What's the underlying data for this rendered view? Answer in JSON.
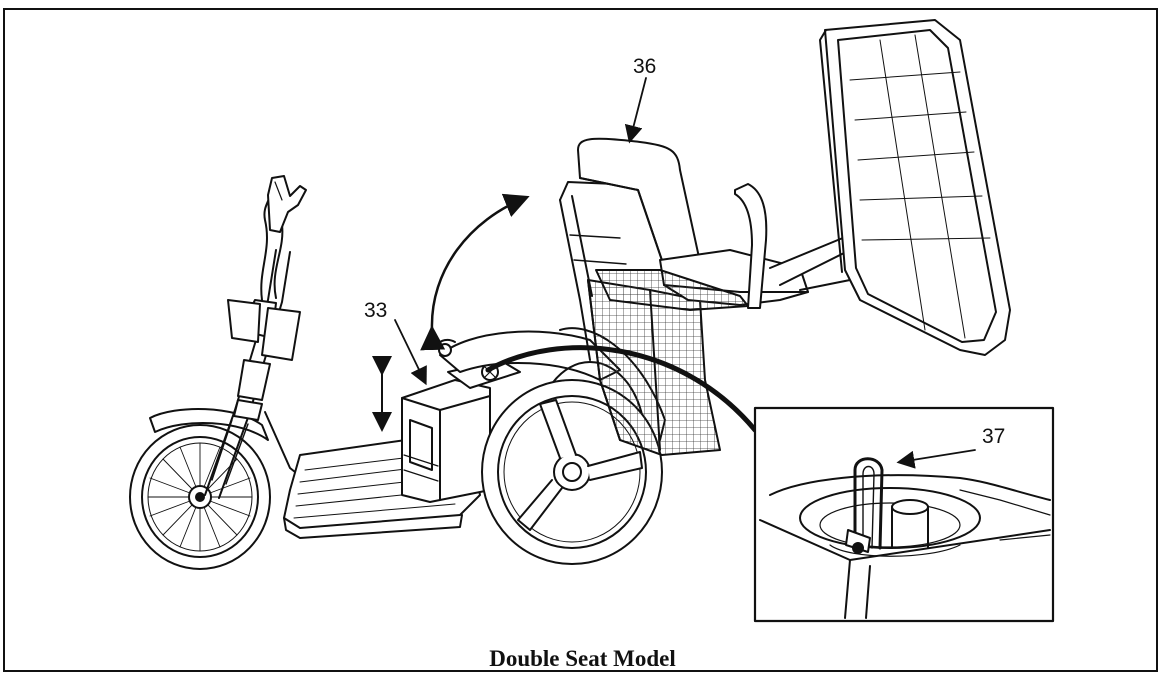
{
  "callouts": {
    "c33": "33",
    "c36": "36",
    "c37": "37"
  },
  "caption": "Double Seat Model",
  "colors": {
    "line": "#111111",
    "background": "#ffffff"
  }
}
